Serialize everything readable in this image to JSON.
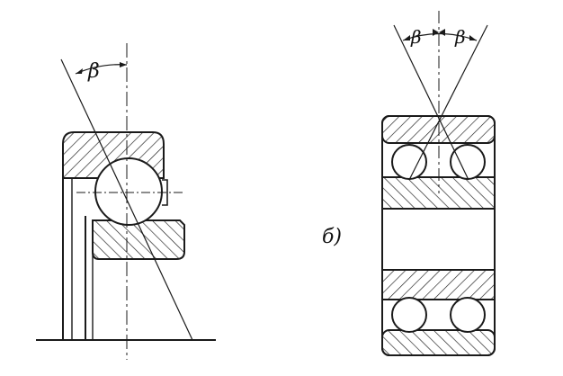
{
  "figure": {
    "left_angle_label": "β",
    "right_angle_label_1": "β",
    "right_angle_label_2": "β",
    "panel_b_label": "б)"
  },
  "colors": {
    "ink": "#1a1a1a",
    "paper": "#ffffff"
  }
}
